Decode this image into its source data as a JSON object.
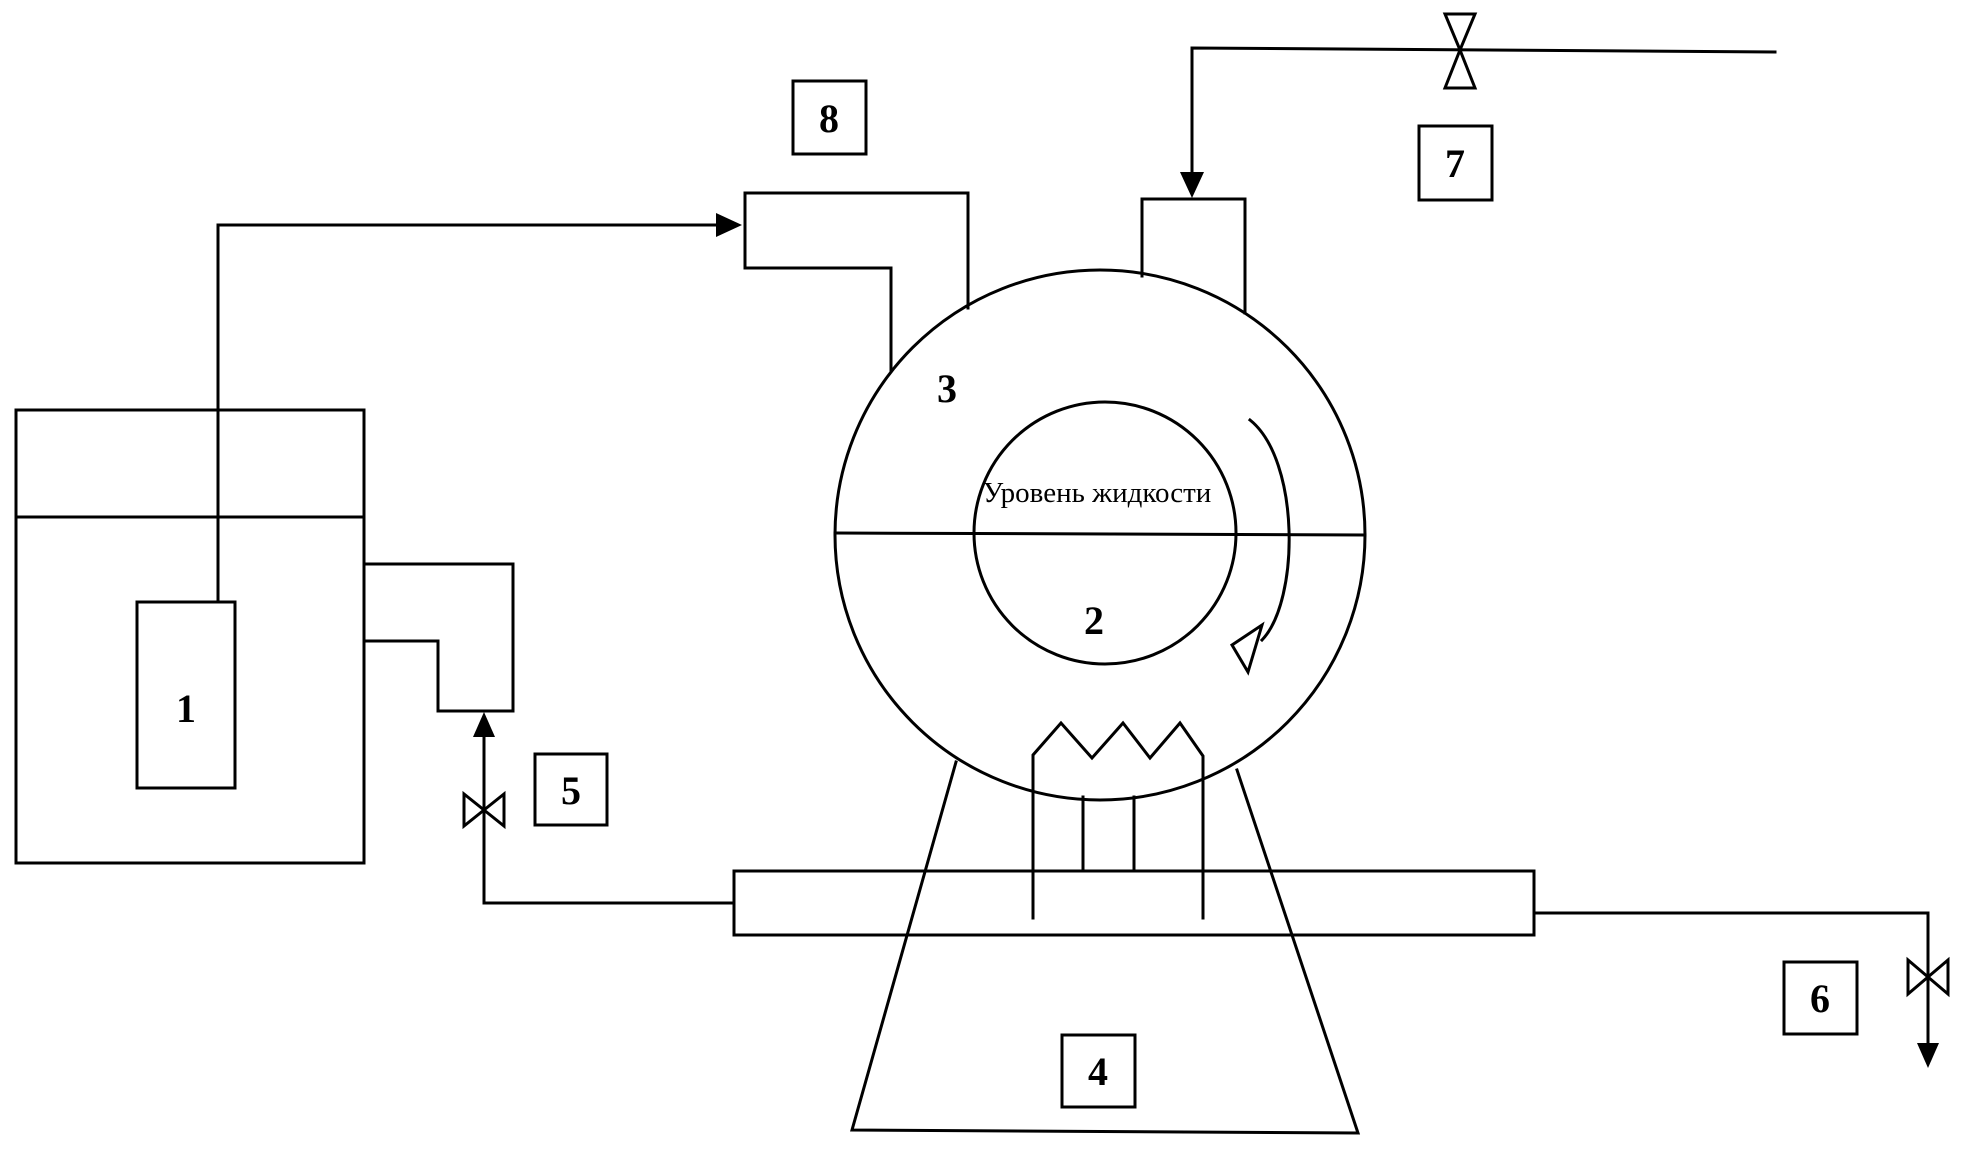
{
  "labels": {
    "n1": "1",
    "n2": "2",
    "n3": "3",
    "n4": "4",
    "n5": "5",
    "n6": "6",
    "n7": "7",
    "n8": "8",
    "liquid_level": "Уровень жидкости"
  }
}
